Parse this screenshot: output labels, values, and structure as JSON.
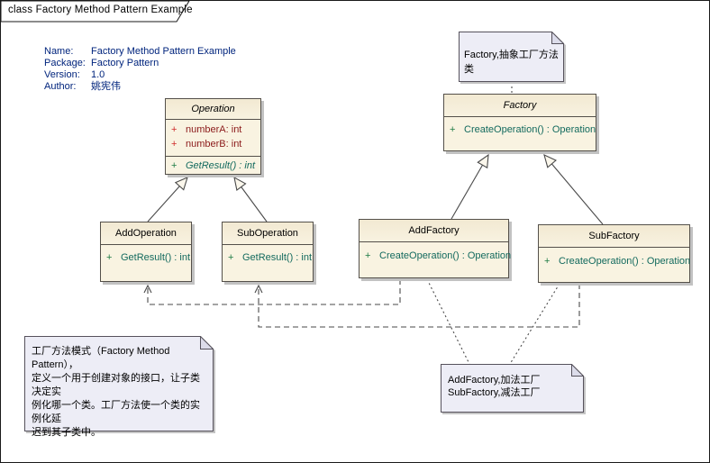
{
  "frame": {
    "label": "class Factory Method Pattern Example"
  },
  "info": {
    "rows": [
      {
        "label": "Name:",
        "value": "Factory Method Pattern Example"
      },
      {
        "label": "Package:",
        "value": "Factory Pattern"
      },
      {
        "label": "Version:",
        "value": "1.0"
      },
      {
        "label": "Author:",
        "value": "姚宪伟"
      }
    ]
  },
  "classes": {
    "operation": {
      "name": "Operation",
      "attributes": [
        {
          "vis": "+",
          "text": "numberA: int"
        },
        {
          "vis": "+",
          "text": "numberB: int"
        }
      ],
      "operations": [
        {
          "vis": "+",
          "text": "GetResult() : int"
        }
      ]
    },
    "addOperation": {
      "name": "AddOperation",
      "operations": [
        {
          "vis": "+",
          "text": "GetResult() : int"
        }
      ]
    },
    "subOperation": {
      "name": "SubOperation",
      "operations": [
        {
          "vis": "+",
          "text": "GetResult() : int"
        }
      ]
    },
    "factory": {
      "name": "Factory",
      "operations": [
        {
          "vis": "+",
          "text": "CreateOperation() : Operation"
        }
      ]
    },
    "addFactory": {
      "name": "AddFactory",
      "operations": [
        {
          "vis": "+",
          "text": "CreateOperation() : Operation"
        }
      ]
    },
    "subFactory": {
      "name": "SubFactory",
      "operations": [
        {
          "vis": "+",
          "text": "CreateOperation() : Operation"
        }
      ]
    }
  },
  "notes": {
    "factoryNote": "Factory,抽象工厂方法类",
    "patternNote": "工厂方法模式（Factory Method Pattern），\n定义一个用于创建对象的接口，让子类决定实\n例化哪一个类。工厂方法使一个类的实例化延\n迟到其子类中。",
    "factoriesNote": "AddFactory,加法工厂\nSubFactory,减法工厂"
  },
  "colors": {
    "classFill": "#f9f3e1",
    "classHeaderFill": "#f2e9d2",
    "classBorder": "#54504a",
    "noteFill": "#ededf6",
    "attributeText": "#8b1a1a",
    "attributeVisibility": "#cf2a2a",
    "operationText": "#136a5e",
    "operationVisibility": "#1d7a44",
    "infoText": "#00247d",
    "shadow": "#c2c2c2"
  }
}
